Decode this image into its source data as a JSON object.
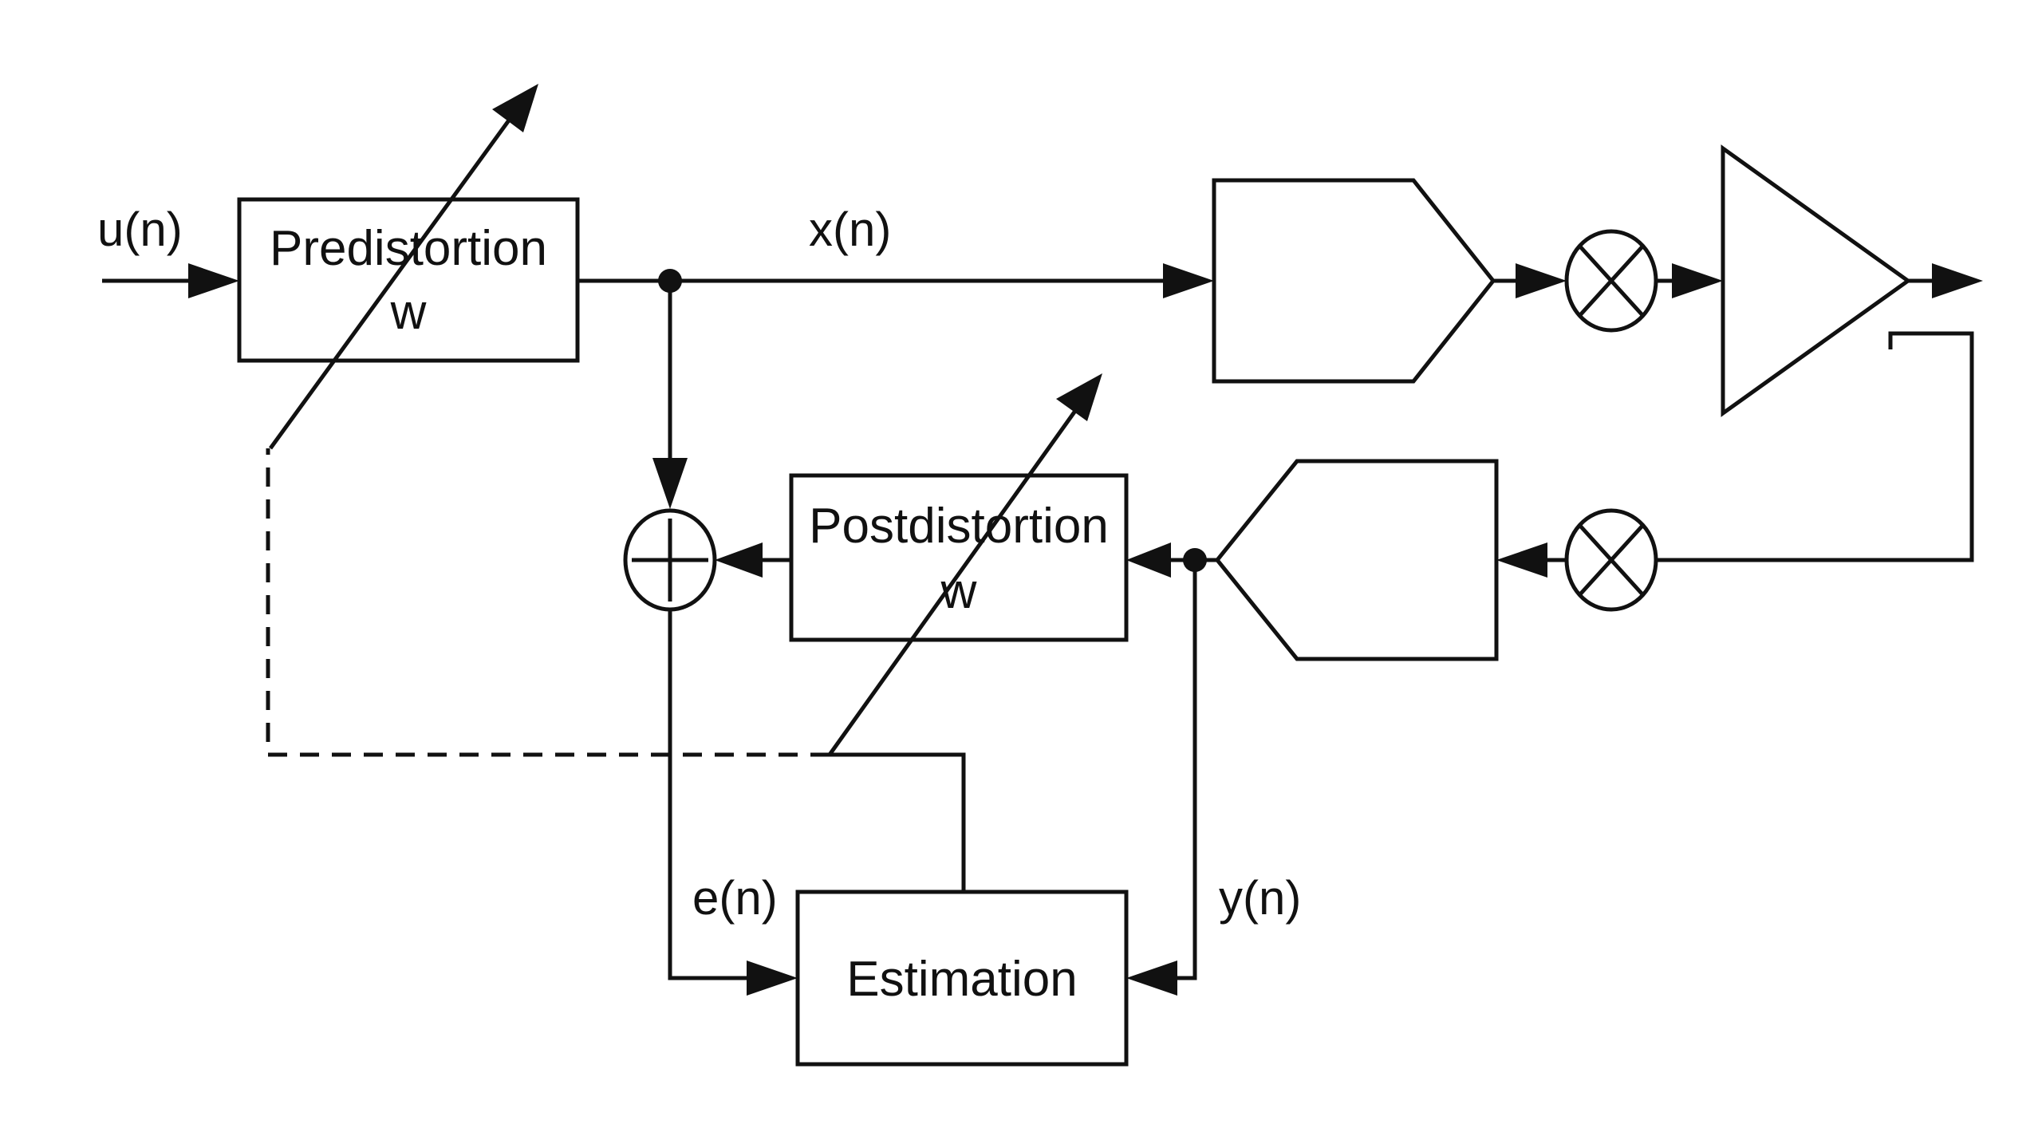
{
  "signals": {
    "input": "u(n)",
    "predistorter_output": "x(n)",
    "error": "e(n)",
    "feedback": "y(n)"
  },
  "blocks": {
    "predistortion": {
      "line1": "Predistortion",
      "line2": "w"
    },
    "postdistortion": {
      "line1": "Postdistortion",
      "line2": "w"
    },
    "estimation": {
      "line1": "Estimation"
    }
  }
}
